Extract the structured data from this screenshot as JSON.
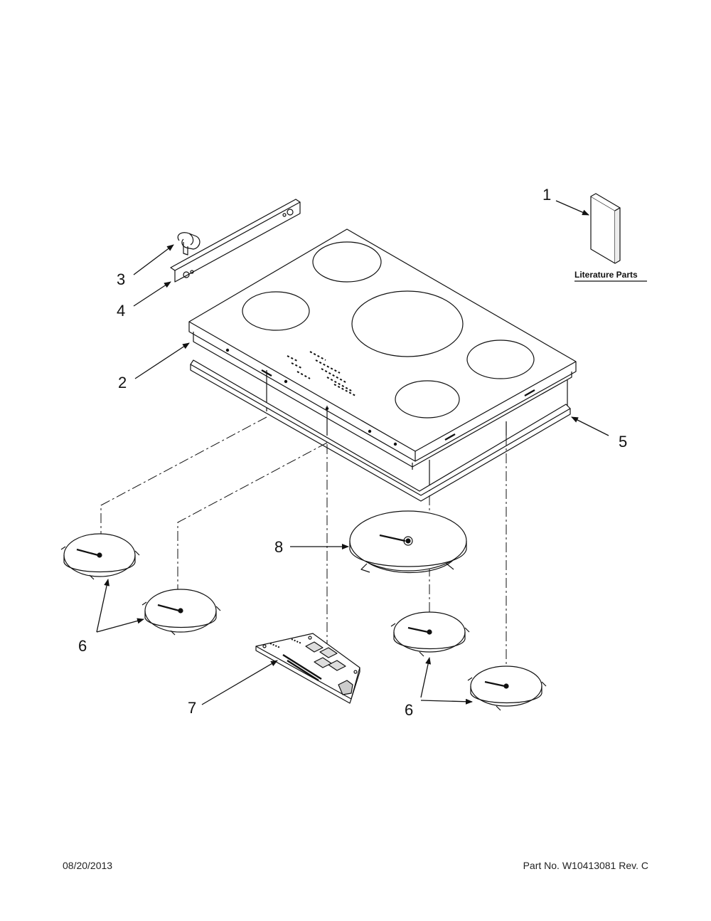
{
  "callouts": {
    "c1": "1",
    "c2": "2",
    "c3": "3",
    "c4": "4",
    "c5": "5",
    "c6a": "6",
    "c6b": "6",
    "c7": "7",
    "c8": "8"
  },
  "literature_label": "Literature Parts",
  "footer": {
    "date": "08/20/2013",
    "part_prefix": "Part No.",
    "part_number": "W10413081",
    "revision": "Rev. C"
  }
}
